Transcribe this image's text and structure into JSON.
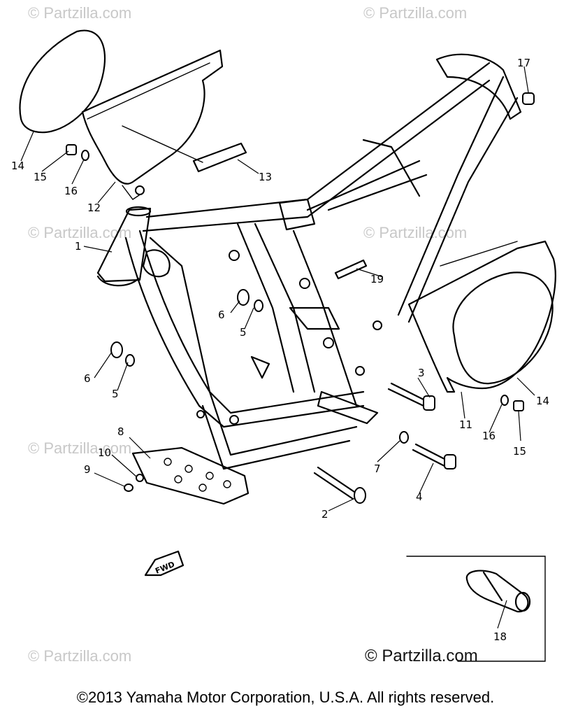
{
  "watermarks": [
    {
      "text": "© Partzilla.com"
    },
    {
      "text": "© Partzilla.com"
    },
    {
      "text": "© Partzilla.com"
    },
    {
      "text": "© Partzilla.com"
    },
    {
      "text": "© Partzilla.com"
    },
    {
      "text": "© Partzilla.com"
    }
  ],
  "brand_watermark": "© Partzilla.com",
  "fwd_label": "FWD",
  "callouts": [
    "1",
    "2",
    "3",
    "4",
    "5",
    "5",
    "6",
    "6",
    "7",
    "8",
    "9",
    "10",
    "11",
    "12",
    "13",
    "14",
    "14",
    "15",
    "15",
    "16",
    "16",
    "17",
    "18",
    "19"
  ],
  "copyright": "©2013  Yamaha Motor Corporation, U.S.A. All rights reserved."
}
